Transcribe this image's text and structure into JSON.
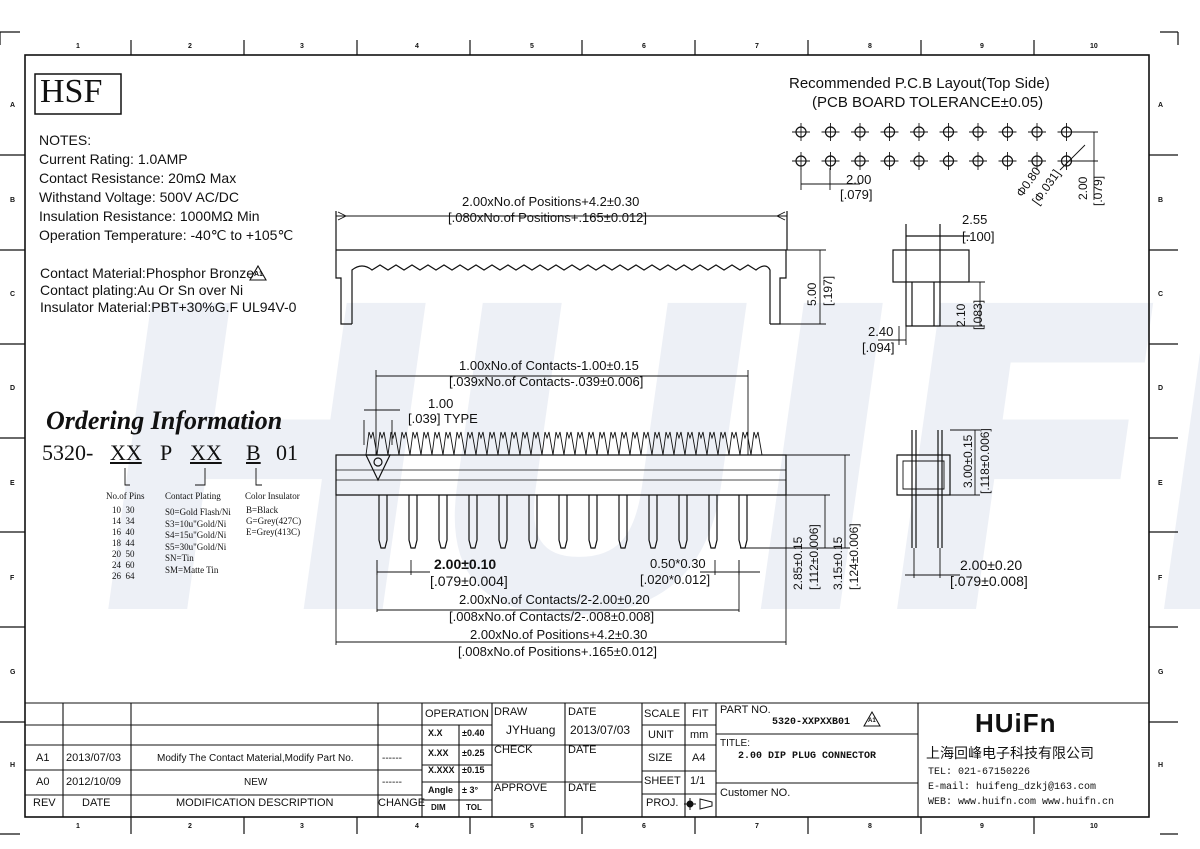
{
  "watermark": "HUIFN",
  "logo": "HSF",
  "border": {
    "cols": [
      "1",
      "2",
      "3",
      "4",
      "5",
      "6",
      "7",
      "8",
      "9",
      "10"
    ],
    "rows": [
      "A",
      "B",
      "C",
      "D",
      "E",
      "F",
      "G",
      "H"
    ]
  },
  "notes": {
    "heading": "NOTES:",
    "lines": [
      "Current Rating: 1.0AMP",
      "Contact Resistance: 20mΩ Max",
      "Withstand Voltage: 500V AC/DC",
      "Insulation Resistance: 1000MΩ Min",
      "Operation Temperature: -40℃ to +105℃"
    ],
    "material": [
      "Contact Material:Phosphor Bronze",
      "Contact plating:Au Or Sn over Ni",
      "Insulator Material:PBT+30%G.F UL94V-0"
    ],
    "revision_mark": "A1"
  },
  "ordering": {
    "title": "Ordering Information",
    "code": [
      "5320-",
      "XX",
      "P",
      "XX",
      "B",
      "01"
    ],
    "pins": {
      "heading": "No.of Pins",
      "rows": [
        "10  30",
        "14  34",
        "16  40",
        "18  44",
        "20  50",
        "24  60",
        "26  64"
      ]
    },
    "plating": {
      "heading": "Contact Plating",
      "rows": [
        "S0=Gold Flash/Ni",
        "S3=10u\"Gold/Ni",
        "S4=15u\"Gold/Ni",
        "S5=30u\"Gold/Ni",
        "SN=Tin",
        "SM=Matte Tin"
      ]
    },
    "color": {
      "heading": "Color Insulator",
      "rows": [
        "B=Black",
        "G=Grey(427C)",
        "E=Grey(413C)"
      ]
    }
  },
  "pcb": {
    "title1": "Recommended P.C.B Layout(Top Side)",
    "title2": "(PCB BOARD TOLERANCE±0.05)",
    "pitch": "2.00",
    "pitch_in": "[.079]",
    "hole": "Φ0.80",
    "hole_in": "[Φ.031]",
    "row_gap": "2.00",
    "row_gap_in": "[.079]"
  },
  "top_view": {
    "len": "2.00xNo.of  Positions+4.2±0.30",
    "len_in": "[.080xNo.of  Positions+.165±0.012]",
    "height": "5.00",
    "height_in": "[.197]"
  },
  "side_top": {
    "w": "2.55",
    "w_in": "[.100]",
    "h": "2.10",
    "h_in": "[.083]",
    "base": "2.40",
    "base_in": "[.094]"
  },
  "front_view": {
    "contacts": "1.00xNo.of  Contacts-1.00±0.15",
    "contacts_in": "[.039xNo.of  Contacts-.039±0.006]",
    "pitch": "1.00",
    "pitch_in": "[.039] TYPE",
    "row": "2.00±0.10",
    "row_in": "[.079±0.004]",
    "pin": "0.50*0.30",
    "pin_in": "[.020*0.012]",
    "span": "2.00xNo.of  Contacts/2-2.00±0.20",
    "span_in": "[.008xNo.of  Contacts/2-.008±0.008]",
    "overall": "2.00xNo.of  Positions+4.2±0.30",
    "overall_in": "[.008xNo.of  Positions+.165±0.012]",
    "tail1": "2.85±0.15",
    "tail1_in": "[.112±0.006]",
    "tail2": "3.15±0.15",
    "tail2_in": "[.124±0.006]"
  },
  "side_view": {
    "h": "3.00±0.15",
    "h_in": "[.118±0.006]",
    "w": "2.00±0.20",
    "w_in": "[.079±0.008]"
  },
  "title_block": {
    "revisions": [
      {
        "rev": "A1",
        "date": "2013/07/03",
        "desc": "Modify The Contact Material,Modify Part No.",
        "change": "------"
      },
      {
        "rev": "A0",
        "date": "2012/10/09",
        "desc": "NEW",
        "change": "------"
      }
    ],
    "headers": {
      "rev": "REV",
      "date": "DATE",
      "desc": "MODIFICATION  DESCRIPTION",
      "change": "CHANGE"
    },
    "tolerance": {
      "operation": "OPERATION",
      "rows": [
        [
          "X.X",
          "±0.40"
        ],
        [
          "X.XX",
          "±0.25"
        ],
        [
          "X.XXX",
          "±0.15"
        ],
        [
          "Angle",
          "± 3°"
        ]
      ],
      "dim": "DIM",
      "tol": "TOL"
    },
    "draw": "DRAW",
    "drawer": "JYHuang",
    "check": "CHECK",
    "approve": "APPROVE",
    "date_label": "DATE",
    "date_value": "2013/07/03",
    "scale": "SCALE",
    "fit": "FIT",
    "unit": "UNIT",
    "mm": "mm",
    "size": "SIZE",
    "a4": "A4",
    "sheet": "SHEET",
    "sheet_value": "1/1",
    "proj": "PROJ.",
    "part_no_label": "PART NO.",
    "part_no": "5320-XXPXXB01",
    "title_label": "TITLE:",
    "title": "2.00 DIP PLUG CONNECTOR",
    "customer": "Customer NO.",
    "company_logo": "HUiFn",
    "company_cn": "上海回峰电子科技有限公司",
    "tel": "TEL: 021-67150226",
    "email": "E-mail: huifeng_dzkj@163.com",
    "web": "WEB: www.huifn.com  www.huifn.cn"
  }
}
